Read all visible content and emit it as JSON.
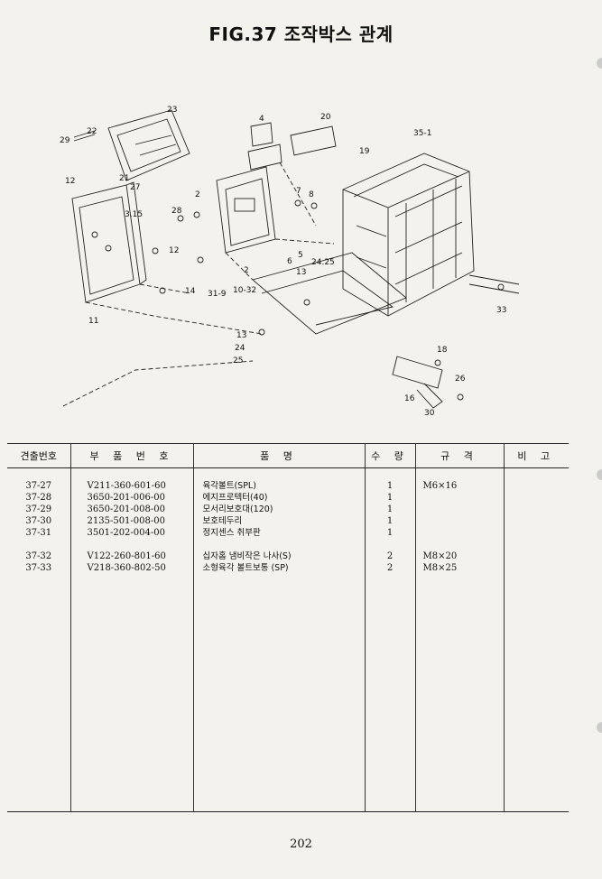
{
  "title": "FIG.37 조작박스 관계",
  "callouts": [
    "29",
    "22",
    "23",
    "4",
    "20",
    "19",
    "35-1",
    "12",
    "21",
    "27",
    "3.15",
    "28",
    "2",
    "7",
    "8",
    "2",
    "6",
    "5",
    "24.25",
    "12",
    "14",
    "31-9",
    "10-32",
    "13",
    "11",
    "13",
    "24",
    "25",
    "18",
    "26",
    "16",
    "30",
    "33"
  ],
  "table": {
    "headers": {
      "no": "견출번호",
      "part_no": "부 품 번 호",
      "name": "품 명",
      "qty": "수 량",
      "spec": "규 격",
      "note": "비 고"
    },
    "rows": [
      {
        "no": "37-27",
        "part_no": "V211-360-601-60",
        "name": "육각볼트(SPL)",
        "qty": "1",
        "spec": "M6×16",
        "note": ""
      },
      {
        "no": "37-28",
        "part_no": "3650-201-006-00",
        "name": "에지프로텍터(40)",
        "qty": "1",
        "spec": "",
        "note": ""
      },
      {
        "no": "37-29",
        "part_no": "3650-201-008-00",
        "name": "모서리보호대(120)",
        "qty": "1",
        "spec": "",
        "note": ""
      },
      {
        "no": "37-30",
        "part_no": "2135-501-008-00",
        "name": "보호테두리",
        "qty": "1",
        "spec": "",
        "note": ""
      },
      {
        "no": "37-31",
        "part_no": "3501-202-004-00",
        "name": "정지센스 취부판",
        "qty": "1",
        "spec": "",
        "note": ""
      },
      {
        "no": "",
        "part_no": "",
        "name": "",
        "qty": "",
        "spec": "",
        "note": ""
      },
      {
        "no": "37-32",
        "part_no": "V122-260-801-60",
        "name": "십자홈 냄비작은 나사(S)",
        "qty": "2",
        "spec": "M8×20",
        "note": ""
      },
      {
        "no": "37-33",
        "part_no": "V218-360-802-50",
        "name": "소형육각 볼트보통 (SP)",
        "qty": "2",
        "spec": "M8×25",
        "note": ""
      }
    ]
  },
  "page_number": "202"
}
